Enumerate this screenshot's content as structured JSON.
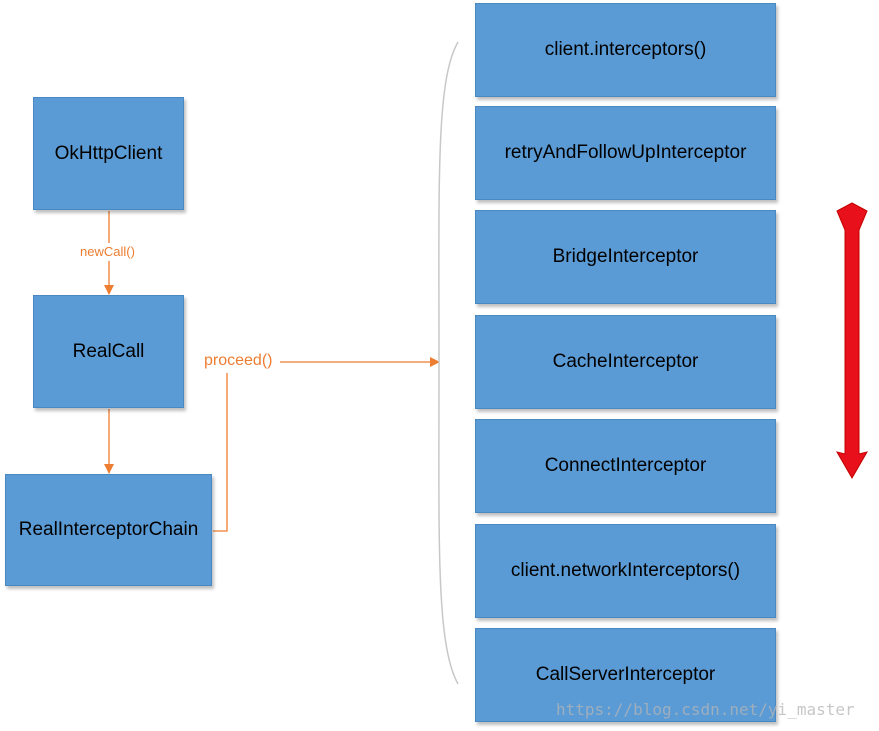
{
  "left_nodes": {
    "okhttpclient": "OkHttpClient",
    "realcall": "RealCall",
    "chain": "RealInterceptorChain"
  },
  "edge_labels": {
    "new_call": "newCall()",
    "proceed": "proceed()"
  },
  "interceptors": [
    "client.interceptors()",
    "retryAndFollowUpInterceptor",
    "BridgeInterceptor",
    "CacheInterceptor",
    "ConnectInterceptor",
    "client.networkInterceptors()",
    "CallServerInterceptor"
  ],
  "watermark": "https://blog.csdn.net/yi_master",
  "colors": {
    "box_fill": "#5b9bd5",
    "connector": "#ed7d31",
    "double_arrow": "#e8101a"
  }
}
